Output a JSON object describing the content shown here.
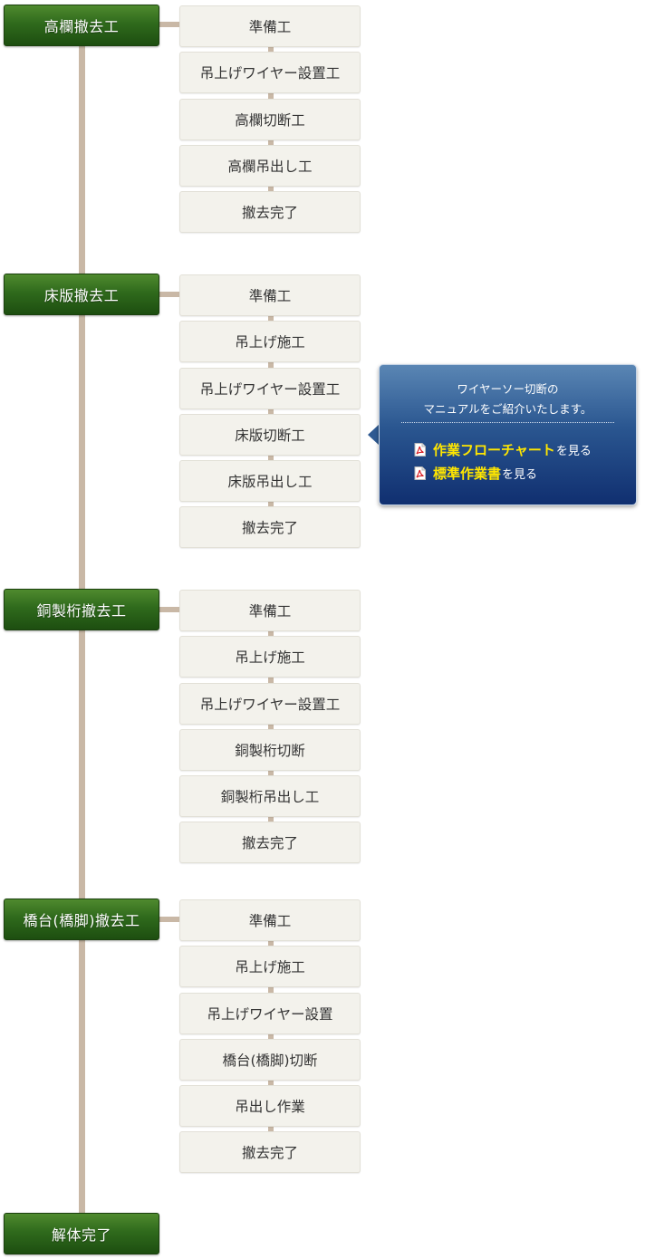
{
  "groups": [
    {
      "stage": "高欄撤去工",
      "steps": [
        "準備工",
        "吊上げワイヤー設置工",
        "高欄切断工",
        "高欄吊出し工",
        "撤去完了"
      ]
    },
    {
      "stage": "床版撤去工",
      "steps": [
        "準備工",
        "吊上げ施工",
        "吊上げワイヤー設置工",
        "床版切断工",
        "床版吊出し工",
        "撤去完了"
      ]
    },
    {
      "stage": "銅製桁撤去工",
      "steps": [
        "準備工",
        "吊上げ施工",
        "吊上げワイヤー設置工",
        "銅製桁切断",
        "銅製桁吊出し工",
        "撤去完了"
      ]
    },
    {
      "stage": "橋台(橋脚)撤去工",
      "steps": [
        "準備工",
        "吊上げ施工",
        "吊上げワイヤー設置",
        "橋台(橋脚)切断",
        "吊出し作業",
        "撤去完了"
      ]
    }
  ],
  "final_stage": "解体完了",
  "callout": {
    "line1": "ワイヤーソー切断の",
    "line2": "マニュアルをご紹介いたします。",
    "links": [
      {
        "label": "作業フローチャート",
        "suffix": "を見る",
        "icon": "pdf-icon"
      },
      {
        "label": "標準作業書",
        "suffix": "を見る",
        "icon": "pdf-icon"
      }
    ]
  },
  "colors": {
    "stage_green": "#2f6a1c",
    "connector": "#c9b8a6",
    "step_bg": "#f3f2ec",
    "callout_blue": "#1d4a88",
    "link_yellow": "#ffe600"
  }
}
